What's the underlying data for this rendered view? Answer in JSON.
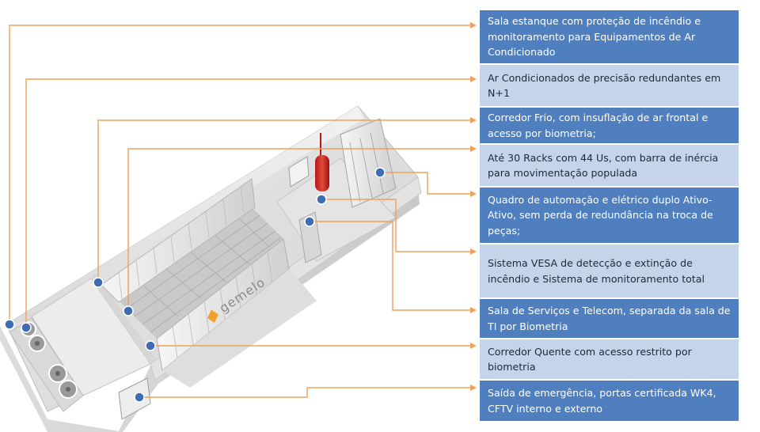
{
  "colors": {
    "box_dark": "#4f7fbe",
    "box_light": "#c5d4ea",
    "leader_line": "#f0a05a",
    "marker": "#3f6db3"
  },
  "logo": {
    "text": "gemelo"
  },
  "labels": [
    {
      "text": "Sala estanque com proteção de incêndio e monitoramento  para Equipamentos de Ar Condicionado",
      "style": "dark"
    },
    {
      "text": "Ar Condicionados de precisão redundantes em N+1",
      "style": "light"
    },
    {
      "text": "Corredor Frio, com insuflação de ar frontal e acesso por biometria;",
      "style": "dark"
    },
    {
      "text": "Até 30 Racks com 44 Us, com barra de inércia para movimentação populada",
      "style": "light"
    },
    {
      "text": "Quadro de automação e elétrico duplo Ativo-Ativo, sem perda de redundância na troca de peças;",
      "style": "dark"
    },
    {
      "text": "Sistema VESA de detecção e extinção de incêndio e Sistema de monitoramento  total",
      "style": "light"
    },
    {
      "text": "Sala de Serviços e Telecom, separada da sala de TI por Biometria",
      "style": "dark"
    },
    {
      "text": "Corredor  Quente com acesso restrito por biometria",
      "style": "light"
    },
    {
      "text": "Saída de emergência, portas certificada WK4, CFTV interno e externo",
      "style": "dark"
    }
  ]
}
